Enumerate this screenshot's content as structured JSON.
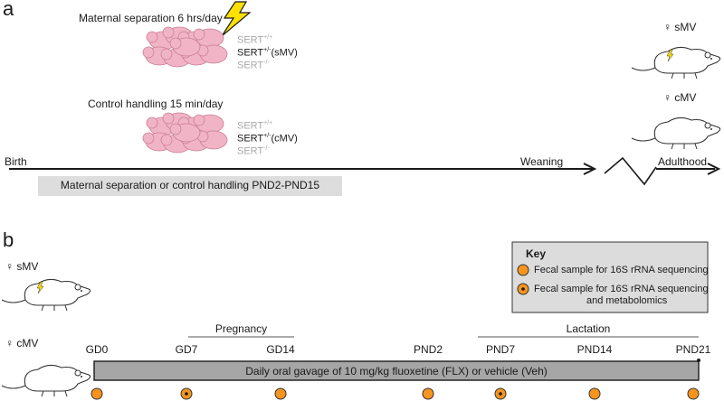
{
  "panel_a": {
    "label": "a",
    "ms_title": "Maternal separation 6 hrs/day",
    "ch_title": "Control handling 15 min/day",
    "genotypes_ms": [
      {
        "base": "SERT",
        "sup": "+/+",
        "suffix": "",
        "emphasis": false
      },
      {
        "base": "SERT",
        "sup": "+/-",
        "suffix": "(sMV)",
        "emphasis": true
      },
      {
        "base": "SERT",
        "sup": "-/-",
        "suffix": "",
        "emphasis": false
      }
    ],
    "genotypes_ch": [
      {
        "base": "SERT",
        "sup": "+/+",
        "suffix": "",
        "emphasis": false
      },
      {
        "base": "SERT",
        "sup": "+/-",
        "suffix": "(cMV)",
        "emphasis": true
      },
      {
        "base": "SERT",
        "sup": "-/-",
        "suffix": "",
        "emphasis": false
      }
    ],
    "timeline": {
      "start": "Birth",
      "middle": "Weaning",
      "end": "Adulthood"
    },
    "period_bar": "Maternal separation or control handling PND2-PND15",
    "rat_top_label": "♀ sMV",
    "rat_bottom_label": "♀ cMV"
  },
  "panel_b": {
    "label": "b",
    "rat_top_label": "♀ sMV",
    "rat_bottom_label": "♀ cMV",
    "key": {
      "title": "Key",
      "item1": "Fecal sample for 16S rRNA sequencing",
      "item2_line1": "Fecal sample for 16S rRNA sequencing",
      "item2_line2": "and metabolomics"
    },
    "pregnancy_label": "Pregnancy",
    "lactation_label": "Lactation",
    "timepoints": [
      "GD0",
      "GD7",
      "GD14",
      "PND2",
      "PND7",
      "PND14",
      "PND21"
    ],
    "treatment_bar": "Daily oral gavage of 10 mg/kg fluoxetine (FLX) or vehicle (Veh)",
    "samples": [
      {
        "point": "GD0",
        "metabolomics": false
      },
      {
        "point": "GD7",
        "metabolomics": true
      },
      {
        "point": "GD14",
        "metabolomics": false
      },
      {
        "point": "PND2",
        "metabolomics": false
      },
      {
        "point": "PND7",
        "metabolomics": true
      },
      {
        "point": "PND14",
        "metabolomics": false
      },
      {
        "point": "PND21",
        "metabolomics": false
      }
    ]
  },
  "colors": {
    "pup_pink": "#f1b4c6",
    "sample_orange": "#f7941d",
    "key_bg": "#dcdcdc",
    "bar_gray": "#a6a6a6",
    "period_gray": "#dddddd",
    "bolt_yellow": "#ffe100"
  }
}
